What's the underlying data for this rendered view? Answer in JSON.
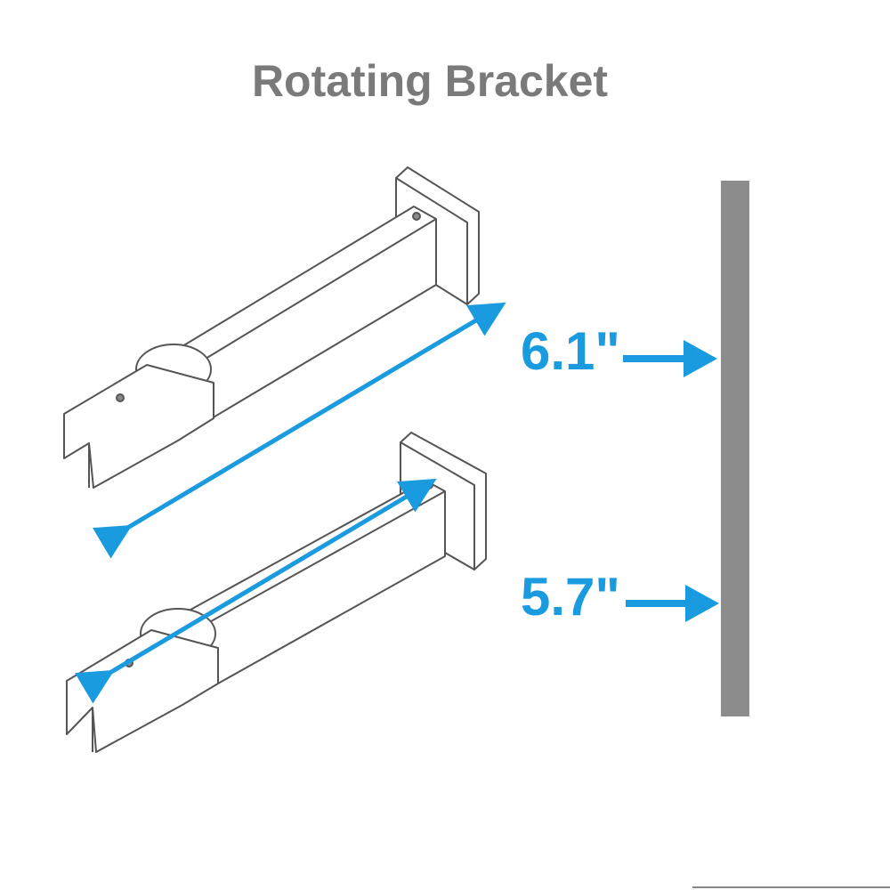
{
  "title": "Rotating Bracket",
  "measurements": [
    {
      "label": "6.1\"",
      "description_value": 6.1
    },
    {
      "label": "5.7\"",
      "description_value": 5.7
    }
  ],
  "colors": {
    "accent": "#1a9be0",
    "title": "#7a7a7a",
    "wall": "#8c8c8c",
    "outline": "#555555"
  }
}
